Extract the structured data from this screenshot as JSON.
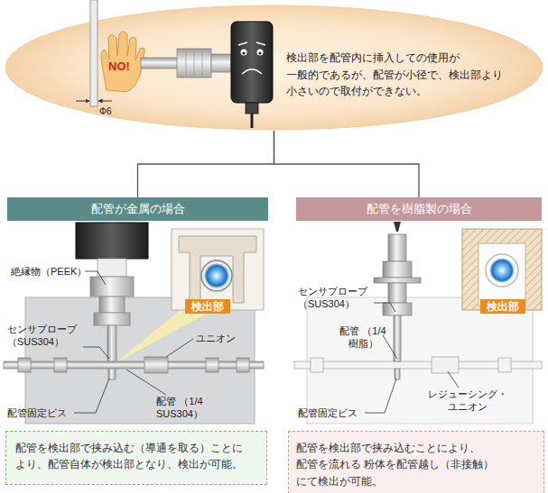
{
  "diagram": {
    "nodes": [
      {
        "text": [
          "検出部を配管内に挿入しての使用が 一般的であるが、配管が小径で、検出部より 小さいので取付ができない。"
        ]
      },
      {
        "text": [
          "配管が金属の場合"
        ]
      },
      {
        "text": [
          "配管を樹脂製の場合"
        ]
      },
      {
        "text": [
          "検出部"
        ]
      },
      {
        "text": [
          "検出部"
        ]
      },
      {
        "text": [
          "配管を検出部で挟み込む（導通を取る）ことに より、配管自体が検出部となり、検出が可能。"
        ]
      },
      {
        "text": [
          "配管を検出部で挟み込むことにより、配管を流れる 粉体を配管越し（非接触）にて検出が可能。"
        ]
      }
    ],
    "edges": [
      {
        "from": 0,
        "to": 1,
        "arrow": "none"
      },
      {
        "from": 0,
        "to": 2,
        "arrow": "none"
      }
    ],
    "labels": [
      "NO!",
      "Φ6",
      "絶縁物（PEEK）",
      "センサプローブ （SUS304）",
      "ユニオン",
      "配管固定ビス",
      "配管 （1/4 SUS304）",
      "センサプローブ （SUS304）",
      "配管 （1/4 樹脂）",
      "配管固定ビス",
      "レジューシング・ ユニオン"
    ]
  }
}
